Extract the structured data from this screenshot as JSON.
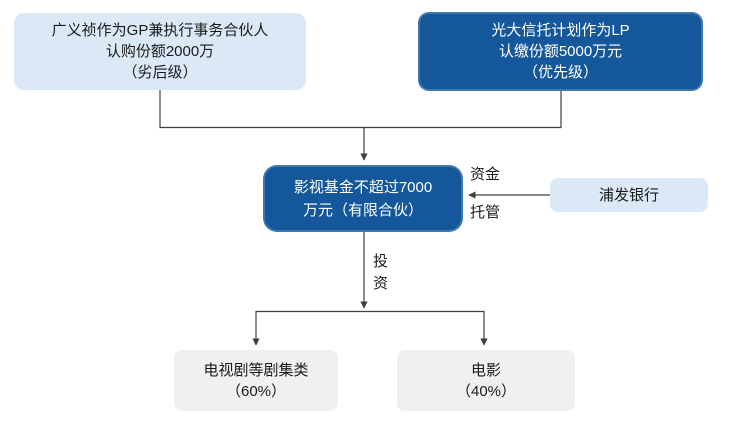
{
  "diagram": {
    "nodes": {
      "gp": {
        "lines": [
          "广义祯作为GP兼执行事务合伙人",
          "认购份额2000万",
          "（劣后级）"
        ]
      },
      "lp": {
        "lines": [
          "光大信托计划作为LP",
          "认缴份额5000万元",
          "（优先级）"
        ]
      },
      "fund": {
        "lines": [
          "影视基金不超过7000",
          "万元（有限合伙）"
        ]
      },
      "bank": {
        "label": "浦发银行"
      },
      "tv_series": {
        "lines": [
          "电视剧等剧集类",
          "（60%）"
        ]
      },
      "movie": {
        "lines": [
          "电影",
          "（40%）"
        ]
      }
    },
    "edge_labels": {
      "funds": "资金",
      "custody": "托管",
      "investment": "投资"
    },
    "colors": {
      "dark_blue": "#14589B",
      "light_blue": "#DBE9F6",
      "light_gray": "#F0F0F0",
      "line": "#3F3F3F",
      "text_dark": "#1A1A1A",
      "text_light": "#FFFFFF"
    }
  }
}
